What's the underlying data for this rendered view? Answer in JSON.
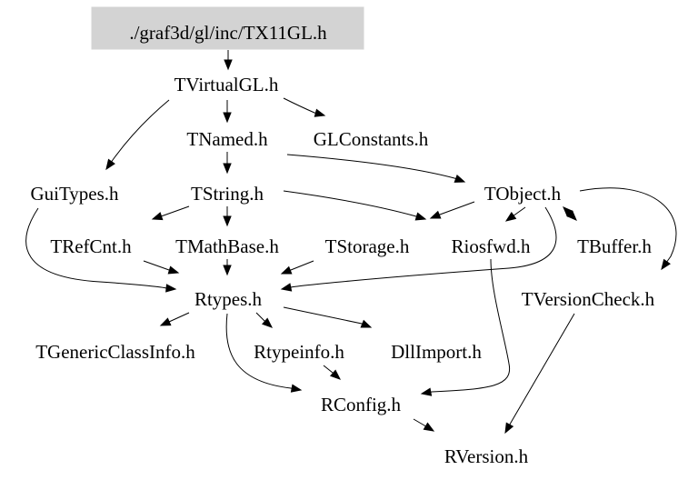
{
  "diagram": {
    "type": "include-dependency-graph",
    "nodes": [
      {
        "id": "tx11gl",
        "label": "./graf3d/gl/inc/TX11GL.h",
        "highlighted": true
      },
      {
        "id": "tvirtualgl",
        "label": "TVirtualGL.h"
      },
      {
        "id": "tnamed",
        "label": "TNamed.h"
      },
      {
        "id": "glconstants",
        "label": "GLConstants.h"
      },
      {
        "id": "guitypes",
        "label": "GuiTypes.h"
      },
      {
        "id": "tstring",
        "label": "TString.h"
      },
      {
        "id": "tobject",
        "label": "TObject.h"
      },
      {
        "id": "trefcnt",
        "label": "TRefCnt.h"
      },
      {
        "id": "tmathbase",
        "label": "TMathBase.h"
      },
      {
        "id": "tstorage",
        "label": "TStorage.h"
      },
      {
        "id": "riosfwd",
        "label": "Riosfwd.h"
      },
      {
        "id": "tbuffer",
        "label": "TBuffer.h"
      },
      {
        "id": "rtypes",
        "label": "Rtypes.h"
      },
      {
        "id": "tversioncheck",
        "label": "TVersionCheck.h"
      },
      {
        "id": "tgenericclassinfo",
        "label": "TGenericClassInfo.h"
      },
      {
        "id": "rtypeinfo",
        "label": "Rtypeinfo.h"
      },
      {
        "id": "dllimport",
        "label": "DllImport.h"
      },
      {
        "id": "rconfig",
        "label": "RConfig.h"
      },
      {
        "id": "rversion",
        "label": "RVersion.h"
      }
    ],
    "edges": [
      {
        "from": "tx11gl",
        "to": "tvirtualgl"
      },
      {
        "from": "tvirtualgl",
        "to": "tnamed"
      },
      {
        "from": "tvirtualgl",
        "to": "glconstants"
      },
      {
        "from": "tvirtualgl",
        "to": "guitypes"
      },
      {
        "from": "tnamed",
        "to": "tstring"
      },
      {
        "from": "tnamed",
        "to": "tobject"
      },
      {
        "from": "guitypes",
        "to": "rtypes"
      },
      {
        "from": "tstring",
        "to": "trefcnt"
      },
      {
        "from": "tstring",
        "to": "tmathbase"
      },
      {
        "from": "tstring",
        "to": "riosfwd"
      },
      {
        "from": "tobject",
        "to": "riosfwd"
      },
      {
        "from": "tobject",
        "to": "tstorage"
      },
      {
        "from": "tobject",
        "to": "tbuffer"
      },
      {
        "from": "tbuffer",
        "to": "tobject"
      },
      {
        "from": "tobject",
        "to": "tversioncheck"
      },
      {
        "from": "tobject",
        "to": "rtypes"
      },
      {
        "from": "trefcnt",
        "to": "rtypes"
      },
      {
        "from": "tmathbase",
        "to": "rtypes"
      },
      {
        "from": "tstorage",
        "to": "rtypes"
      },
      {
        "from": "riosfwd",
        "to": "rconfig"
      },
      {
        "from": "rtypes",
        "to": "tgenericclassinfo"
      },
      {
        "from": "rtypes",
        "to": "rtypeinfo"
      },
      {
        "from": "rtypes",
        "to": "dllimport"
      },
      {
        "from": "rtypes",
        "to": "rconfig"
      },
      {
        "from": "rtypeinfo",
        "to": "rconfig"
      },
      {
        "from": "tversioncheck",
        "to": "rversion"
      },
      {
        "from": "rconfig",
        "to": "rversion"
      }
    ]
  }
}
